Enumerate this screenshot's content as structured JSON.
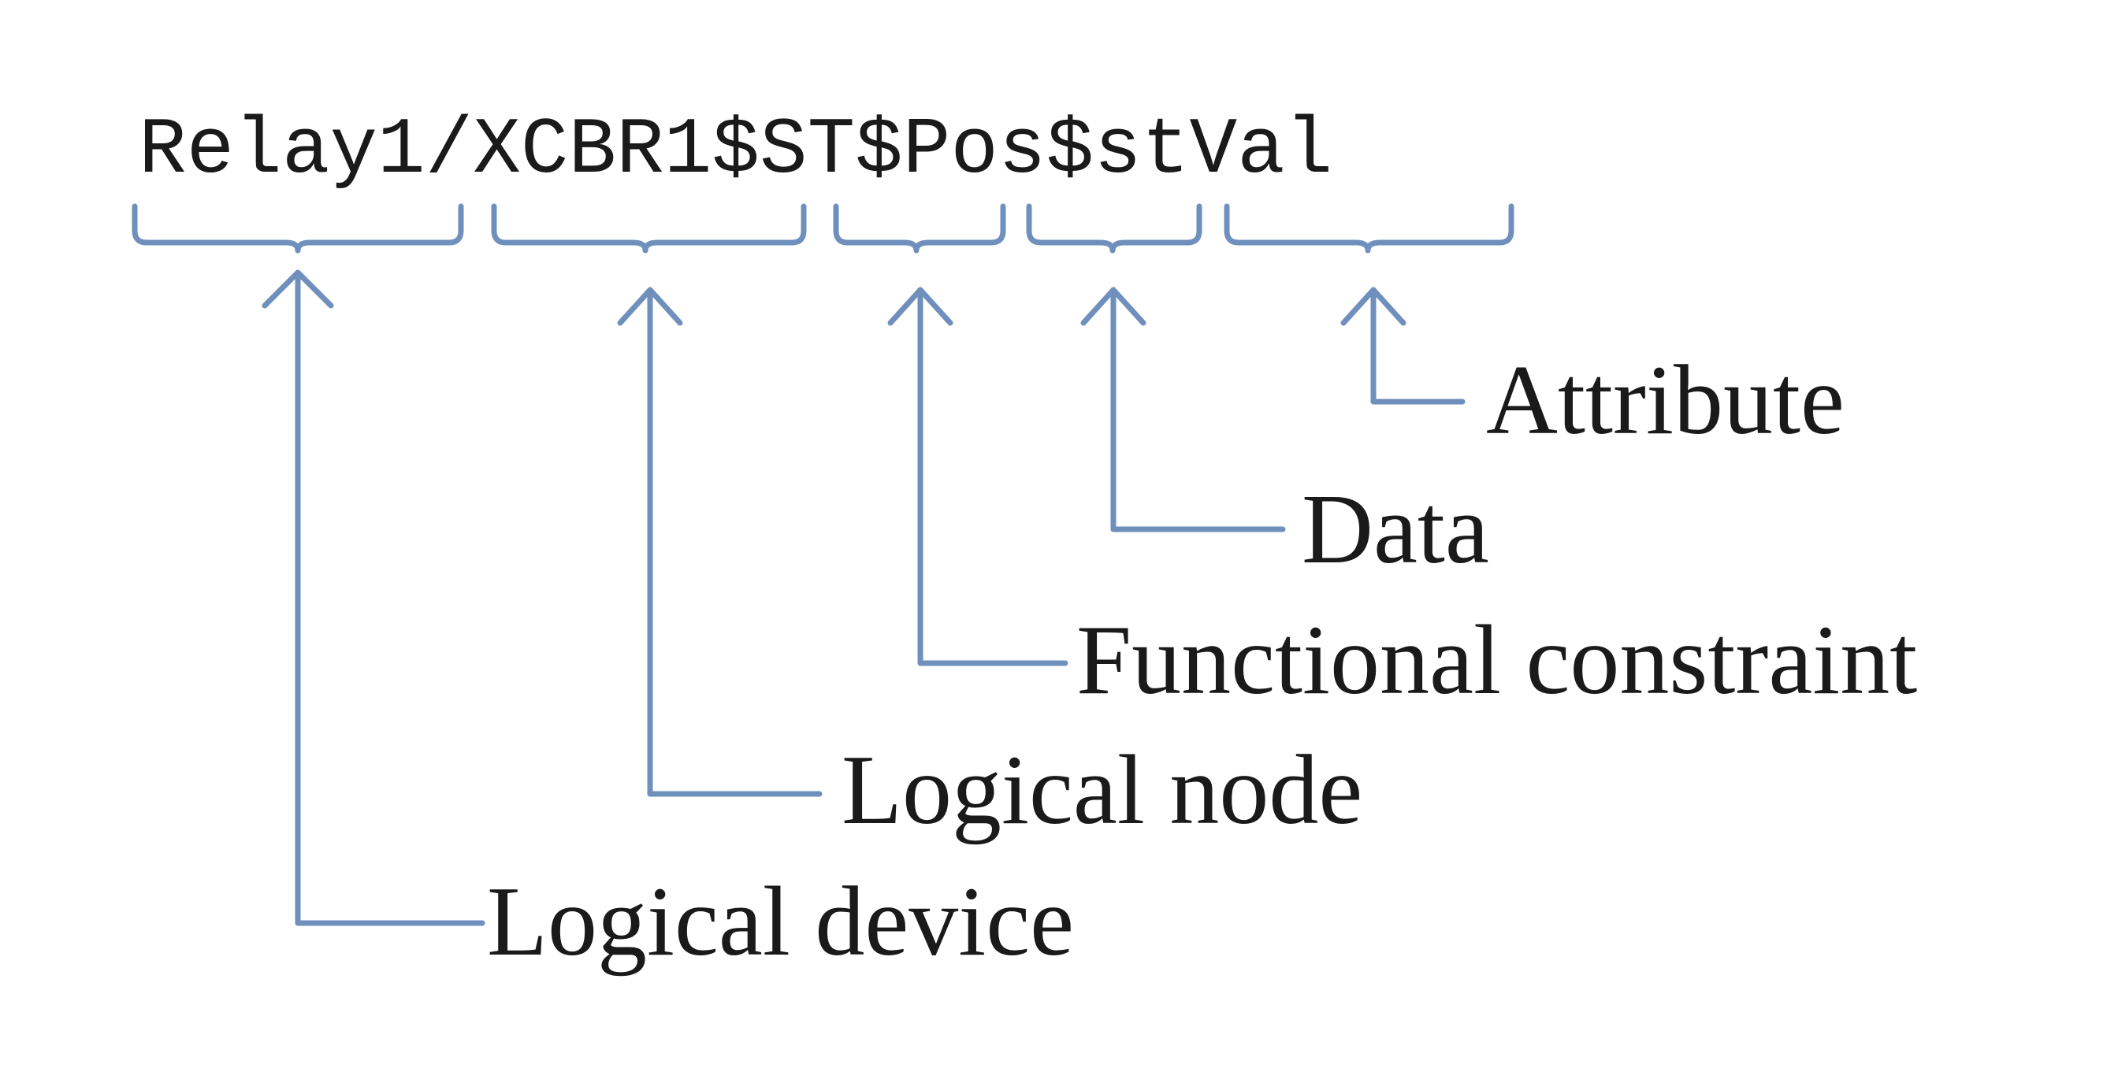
{
  "segments": [
    {
      "text": "Relay1/",
      "label": "Logical device"
    },
    {
      "text": "XCBR1$",
      "label": "Logical node"
    },
    {
      "text": "ST$",
      "label": "Functional constraint"
    },
    {
      "text": "Pos$",
      "label": "Data"
    },
    {
      "text": "stVal",
      "label": "Attribute"
    }
  ],
  "colors": {
    "connector": "#6f8fbd",
    "text": "#1a1a1a",
    "background": "#ffffff"
  }
}
